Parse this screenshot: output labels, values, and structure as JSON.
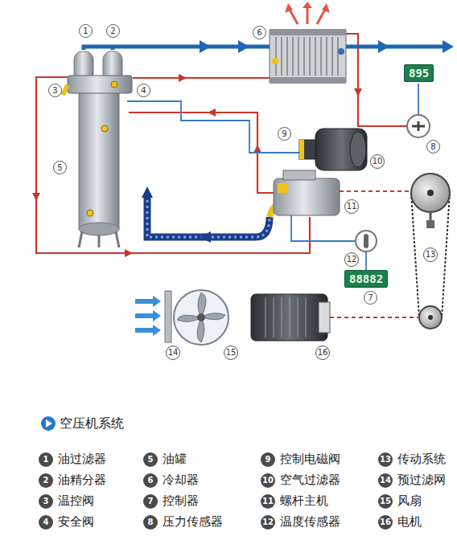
{
  "diagram": {
    "title": "空压机系统",
    "nodes": [
      {
        "text": [
          "895"
        ]
      },
      {
        "text": [
          "88882"
        ]
      }
    ],
    "labels": [
      "1",
      "2",
      "3",
      "4",
      "5",
      "6",
      "7",
      "8",
      "9",
      "10",
      "11",
      "12",
      "13",
      "14",
      "15",
      "16",
      "1",
      "2",
      "3",
      "4",
      "5",
      "6",
      "7",
      "8",
      "9",
      "10",
      "11",
      "12",
      "13",
      "14",
      "15",
      "16"
    ],
    "legend": [
      {
        "text": "油过滤器"
      },
      {
        "text": "油精分器"
      },
      {
        "text": "温控阀"
      },
      {
        "text": "安全阀"
      },
      {
        "text": "油罐"
      },
      {
        "text": "冷却器"
      },
      {
        "text": "控制器"
      },
      {
        "text": "压力传感器"
      },
      {
        "text": "控制电磁阀"
      },
      {
        "text": "空气过滤器"
      },
      {
        "text": "螺杆主机"
      },
      {
        "text": "温度传感器"
      },
      {
        "text": "传动系统"
      },
      {
        "text": "预过滤网"
      },
      {
        "text": "风扇"
      },
      {
        "text": "电机"
      }
    ]
  }
}
